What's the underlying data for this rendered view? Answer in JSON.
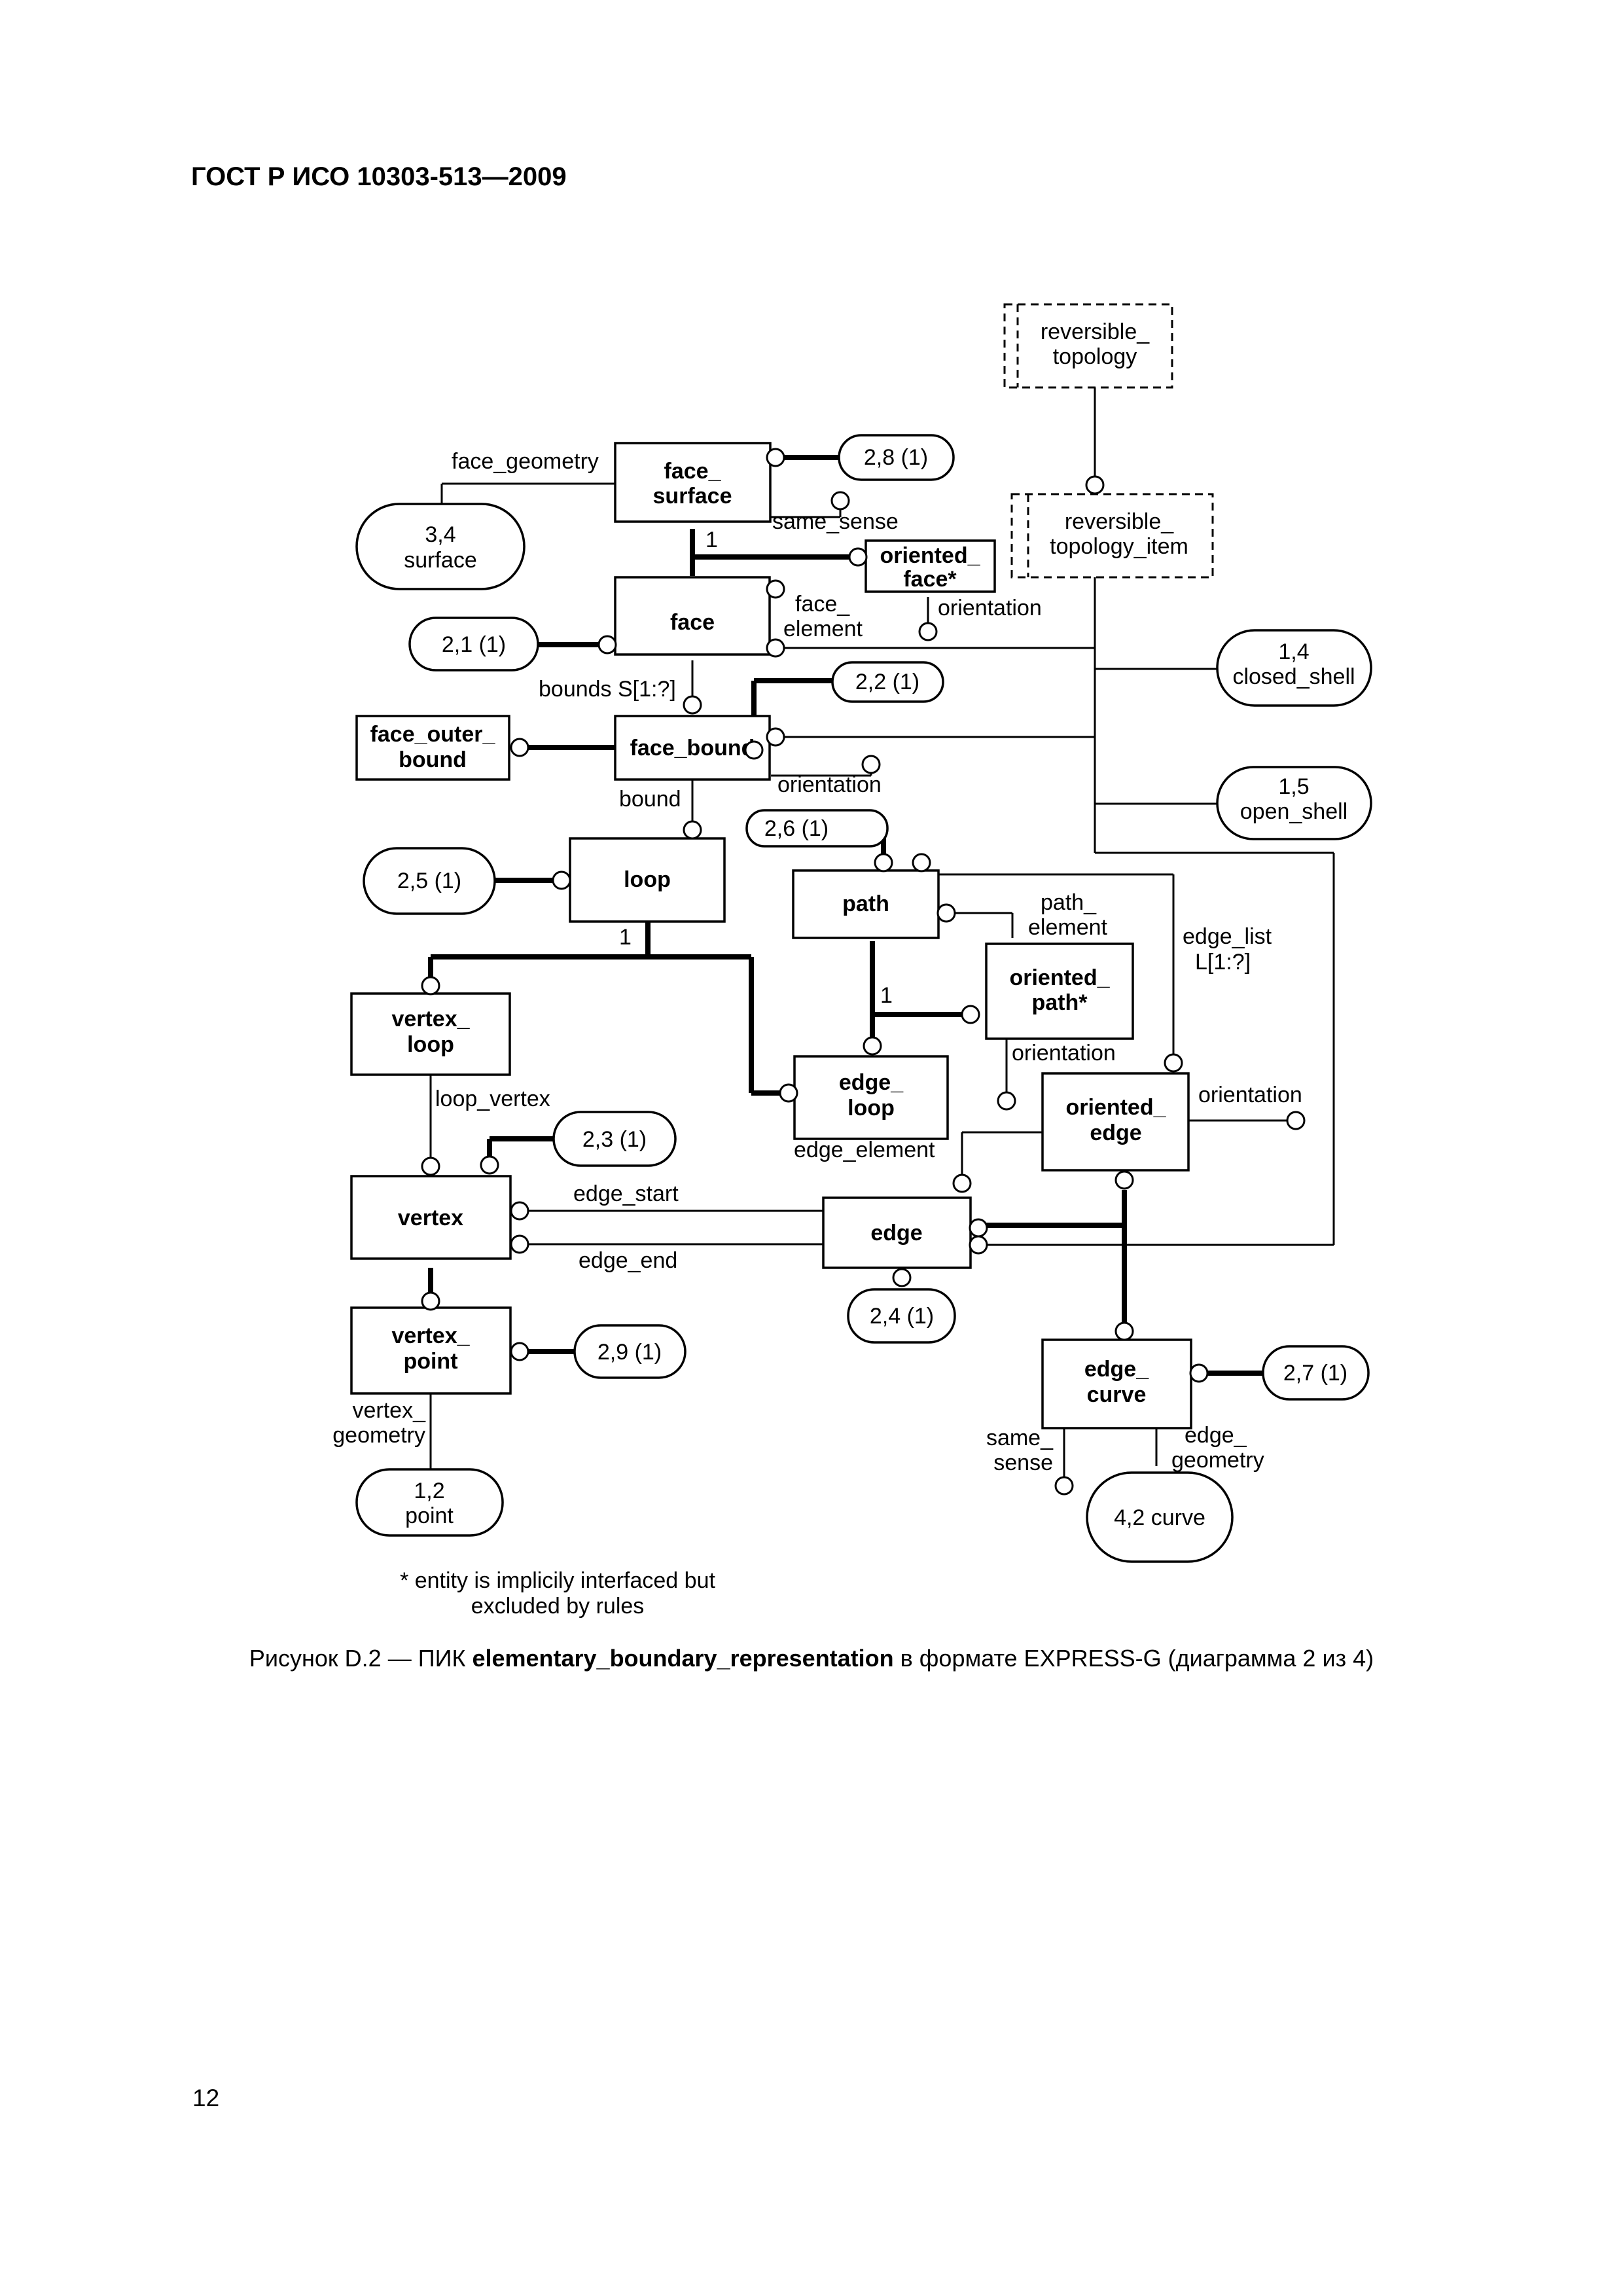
{
  "header": {
    "doc_id": "ГОСТ Р ИСО 10303-513—2009"
  },
  "page_number": "12",
  "caption": {
    "prefix": "Рисунок D.2 — ПИК ",
    "bold": "elementary_boundary_representation",
    "suffix": " в формате EXPRESS-G (диаграмма 2 из 4)"
  },
  "entities": {
    "reversible_topology": [
      "reversible_",
      "topology"
    ],
    "reversible_topology_item": [
      "reversible_",
      "topology_item"
    ],
    "face_surface": [
      "face_",
      "surface"
    ],
    "oriented_face": [
      "oriented_",
      "face*"
    ],
    "face": [
      "face"
    ],
    "face_outer_bound": [
      "face_outer_",
      "bound"
    ],
    "face_bound": [
      "face_bound"
    ],
    "loop": [
      "loop"
    ],
    "path": [
      "path"
    ],
    "oriented_path": [
      "oriented_",
      "path*"
    ],
    "vertex_loop": [
      "vertex_",
      "loop"
    ],
    "edge_loop": [
      "edge_",
      "loop"
    ],
    "oriented_edge": [
      "oriented_",
      "edge"
    ],
    "vertex": [
      "vertex"
    ],
    "edge": [
      "edge"
    ],
    "vertex_point": [
      "vertex_",
      "point"
    ],
    "edge_curve": [
      "edge_",
      "curve"
    ]
  },
  "references": {
    "ref_2_8": [
      "2,8 (1)"
    ],
    "ref_3_4": [
      "3,4",
      "surface"
    ],
    "ref_2_1": [
      "2,1 (1)"
    ],
    "ref_1_4": [
      "1,4",
      "closed_shell"
    ],
    "ref_2_2": [
      "2,2 (1)"
    ],
    "ref_1_5": [
      "1,5",
      "open_shell"
    ],
    "ref_2_6": [
      "2,6 (1)"
    ],
    "ref_2_5": [
      "2,5 (1)"
    ],
    "ref_2_3": [
      "2,3 (1)"
    ],
    "ref_2_9": [
      "2,9 (1)"
    ],
    "ref_2_4": [
      "2,4 (1)"
    ],
    "ref_2_7": [
      "2,7 (1)"
    ],
    "ref_1_2": [
      "1,2",
      "point"
    ],
    "ref_4_2": [
      "4,2 curve"
    ]
  },
  "attributes": {
    "face_geometry": "face_geometry",
    "same_sense_face": "same_sense",
    "one_face": "1",
    "face_element": [
      "face_",
      "element"
    ],
    "orientation_face": "orientation",
    "bounds": "bounds S[1:?]",
    "orientation_bound": "orientation",
    "bound": "bound",
    "one_loop": "1",
    "path_element": [
      "path_",
      "element"
    ],
    "edge_list": [
      "edge_list",
      "L[1:?]"
    ],
    "one_path": "1",
    "orientation_path": "orientation",
    "orientation_edge": "orientation",
    "loop_vertex": "loop_vertex",
    "edge_element": "edge_element",
    "edge_start": "edge_start",
    "edge_end": "edge_end",
    "vertex_geometry": [
      "vertex_",
      "geometry"
    ],
    "same_sense_curve": [
      "same_",
      "sense"
    ],
    "edge_geometry": [
      "edge_",
      "geometry"
    ]
  },
  "footnote": [
    "* entity is implicily interfaced but",
    "excluded by rules"
  ]
}
